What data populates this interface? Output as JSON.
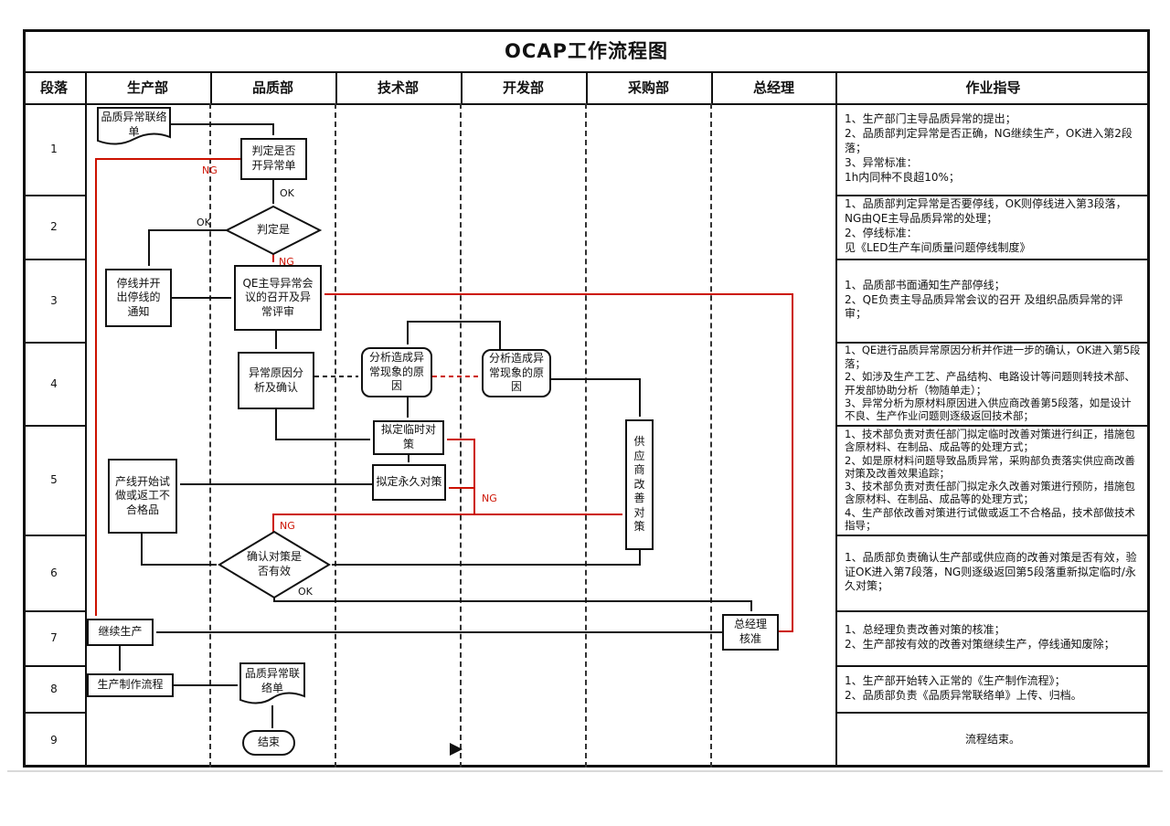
{
  "title": "OCAP工作流程图",
  "columns": [
    "段落",
    "生产部",
    "品质部",
    "技术部",
    "开发部",
    "采购部",
    "总经理",
    "作业指导"
  ],
  "stages": [
    "1",
    "2",
    "3",
    "4",
    "5",
    "6",
    "7",
    "8",
    "9"
  ],
  "labels": {
    "ok": "OK",
    "ng": "NG"
  },
  "colors": {
    "line_red": "#cc1100",
    "line_black": "#111111"
  },
  "flow": {
    "doc_quality_notice": "品质异常联络单",
    "judge_open_sheet": "判定是否开异常单",
    "judge_stop_line": "判定是",
    "stop_line_notice": "停线并开出停线的通知",
    "qe_meeting": "QE主导异常会议的召开及异常评审",
    "cause_analysis": "异常原因分析及确认",
    "tech_cause_analysis": "分析造成异常现象的原因",
    "dev_cause_analysis": "分析造成异常现象的原因",
    "draft_temp": "拟定临时对策",
    "draft_perm": "拟定永久对策",
    "line_trial_rework": "产线开始试做或返工不合格品",
    "supplier_improve": "供应商改善对策",
    "confirm_effective": "确认对策是否有效",
    "continue_production": "继续生产",
    "gm_approval": "总经理核准",
    "production_process": "生产制作流程",
    "doc_quality_notice_2": "品质异常联络单",
    "end": "结束"
  },
  "instructions": [
    "1、生产部门主导品质异常的提出；\n2、品质部判定异常是否正确，NG继续生产，OK进入第2段落；\n3、异常标准：\n1h内同种不良超10%；",
    "1、品质部判定异常是否要停线，OK则停线进入第3段落，NG由QE主导品质异常的处理；\n2、停线标准：\n见《LED生产车间质量问题停线制度》",
    "1、品质部书面通知生产部停线；\n2、QE负责主导品质异常会议的召开 及组织品质异常的评审；",
    "1、QE进行品质异常原因分析并作进一步的确认，OK进入第5段落；\n2、如涉及生产工艺、产品结构、电路设计等问题则转技术部、开发部协助分析（物随单走）；\n3、异常分析为原材料原因进入供应商改善第5段落，如是设计不良、生产作业问题则逐级返回技术部；",
    "1、技术部负责对责任部门拟定临时改善对策进行纠正，措施包含原材料、在制品、成品等的处理方式；\n2、如是原材料问题导致品质异常，采购部负责落实供应商改善对策及改善效果追踪；\n3、技术部负责对责任部门拟定永久改善对策进行预防，措施包含原材料、在制品、成品等的处理方式；\n4、生产部依改善对策进行试做或返工不合格品，技术部做技术指导；",
    "1、品质部负责确认生产部或供应商的改善对策是否有效，验证OK进入第7段落，NG则逐级返回第5段落重新拟定临时/永久对策；",
    "1、总经理负责改善对策的核准；\n2、生产部按有效的改善对策继续生产，停线通知废除；",
    "1、生产部开始转入正常的《生产制作流程》；\n2、品质部负责《品质异常联络单》上传、归档。",
    "流程结束。"
  ]
}
